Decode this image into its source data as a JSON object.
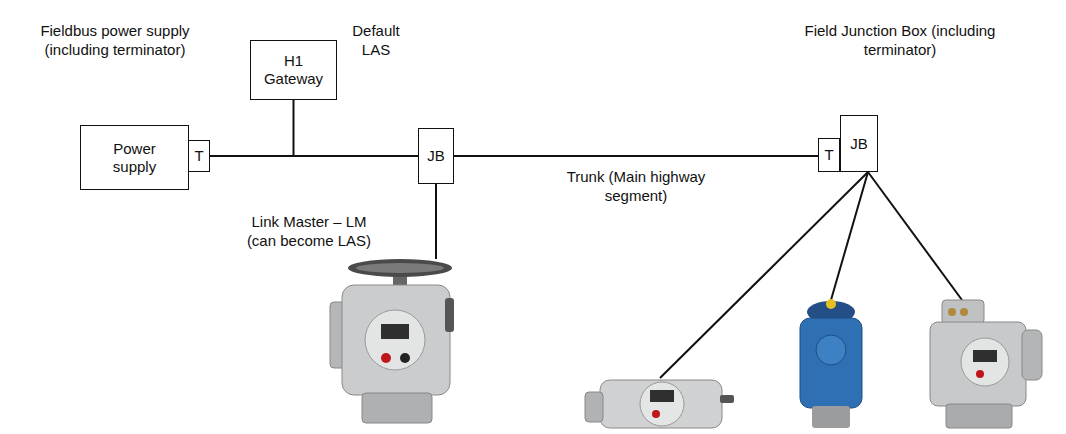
{
  "diagram": {
    "nodes": [
      {
        "text": [
          "Power supply"
        ]
      },
      {
        "text": [
          "T"
        ]
      },
      {
        "text": [
          "H1 Gateway"
        ]
      },
      {
        "text": [
          "JB"
        ]
      },
      {
        "text": [
          "T"
        ]
      },
      {
        "text": [
          "JB"
        ]
      }
    ],
    "edges": [
      {
        "from": 1,
        "to": 3,
        "arrow": "none"
      },
      {
        "from": 2,
        "to": 3,
        "arrow": "none"
      },
      {
        "from": 3,
        "to": 4,
        "label": "Trunk (Main highway segment)",
        "arrow": "none"
      }
    ],
    "labels": [
      "Fieldbus power supply (including terminator)",
      "Default LAS",
      "Field Junction Box (including terminator)",
      "Link Master – LM (can become LAS)"
    ]
  }
}
